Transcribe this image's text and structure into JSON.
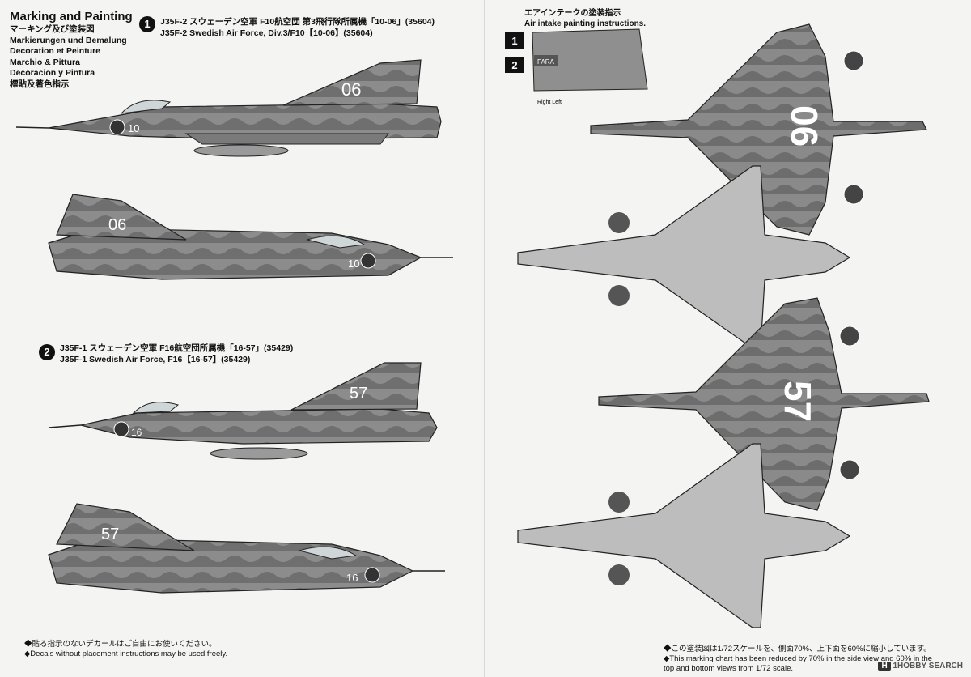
{
  "header": {
    "title": "Marking and Painting",
    "lines": [
      "マーキング及び塗装図",
      "Markierungen und Bemalung",
      "Decoration et Peinture",
      "Marchio & Pittura",
      "Decoracion y Pintura",
      "標貼及著色指示"
    ]
  },
  "version1": {
    "badge": "1",
    "line_jp": "J35F-2 スウェーデン空軍 F10航空団 第3飛行隊所属機「10-06」(35604)",
    "line_en": "J35F-2 Swedish Air Force, Div.3/F10【10-06】(35604)"
  },
  "version2": {
    "badge": "2",
    "line_jp": "J35F-1 スウェーデン空軍 F16航空団所属機「16-57」(35429)",
    "line_en": "J35F-1 Swedish Air Force, F16【16-57】(35429)"
  },
  "intake": {
    "title_jp": "エアインテークの塗装指示",
    "title_en": "Air intake painting instructions.",
    "panel_text": "FARA",
    "right_left": "Right Left",
    "badge1": "1",
    "badge2": "2"
  },
  "aircraft_markings": {
    "v1_fin": "06",
    "v1_nose": "10",
    "v2_fin": "57",
    "v2_nose": "16",
    "top_v1": "06",
    "top_v2": "57"
  },
  "notes_left": {
    "jp": "◆貼る指示のないデカールはご自由にお使いください。",
    "en": "◆Decals without placement instructions may be used freely."
  },
  "notes_right": {
    "jp": "◆この塗装図は1/72スケールを、側面70%、上下面を60%に縮小しています。",
    "en1": "◆This marking chart has been reduced by 70% in the side view and 60% in the",
    "en2": "top and bottom views from 1/72 scale."
  },
  "brand": {
    "mark": "H",
    "text": "1HOBBY SEARCH"
  }
}
